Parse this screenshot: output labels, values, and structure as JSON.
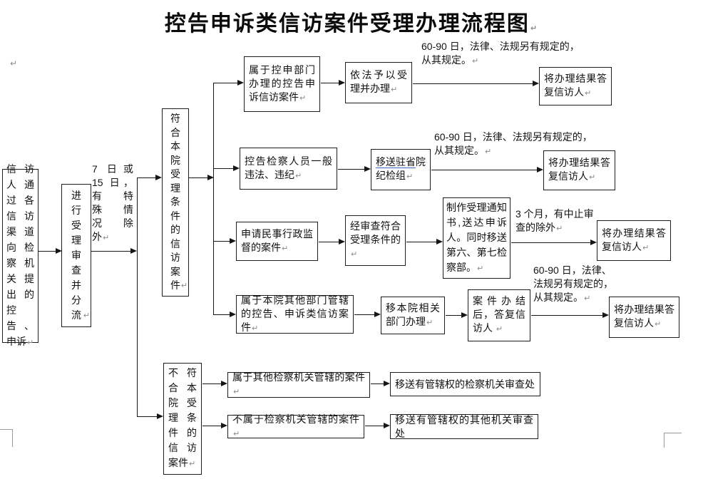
{
  "title": "控告申诉类信访案件受理办理流程图",
  "pilcrow": "↵",
  "flow": {
    "source_lines": [
      "信访",
      "人通",
      "过各",
      "信访",
      "渠道",
      "向检",
      "察机",
      "关提",
      "出的",
      "控告、",
      "申诉"
    ],
    "review": "进行受理审查并分流",
    "deadline_lines": [
      "7 日或",
      "15 日，",
      "有特",
      "殊情",
      "况除",
      "外"
    ],
    "qualified": "符合本院受理条件的信访案件",
    "not_qualified_lines": [
      "不符",
      "合本",
      "院受",
      "理条",
      "件的",
      "信访",
      "案件"
    ],
    "r1": {
      "a": "属于控申部门办理的控告申诉信访案件",
      "b": "依法予以受理并办理",
      "note": "60-90 日，法律、法规另有规定的，从其规定。",
      "c": "将办理结果答复信访人"
    },
    "r2": {
      "a": "控告检察人员一般违法、违纪",
      "b_link": "移送驻省",
      "b_rest": "院纪检组",
      "note": "60-90 日，法律、法规另有规定的，从其规定。",
      "c": "将办理结果答复信访人"
    },
    "r3": {
      "a": "申请民事行政监督的案件",
      "b": "经审查符合受理条件的",
      "c": "制作受理通知书,送达申诉人。同时移送第六、第七检察部。",
      "note": "3 个月，有中止审查的除外",
      "d": "将办理结果答复信访人"
    },
    "r4": {
      "a": "属于本院其他部门管辖的控告、申诉类信访案件",
      "b": "移本院相关部门办理",
      "c": "案件办结后，答复信访人",
      "note": "60-90 日，法律、法规另有规定的，从其规定。",
      "d": "将办理结果答复信访人"
    },
    "r5": {
      "a": "属于其他检察机关管辖的案件",
      "b": "移送有管辖权的检察机关审查处"
    },
    "r6": {
      "a": "不属于检察机关管辖的案件",
      "b": "移送有管辖权的其他机关审查处"
    }
  }
}
